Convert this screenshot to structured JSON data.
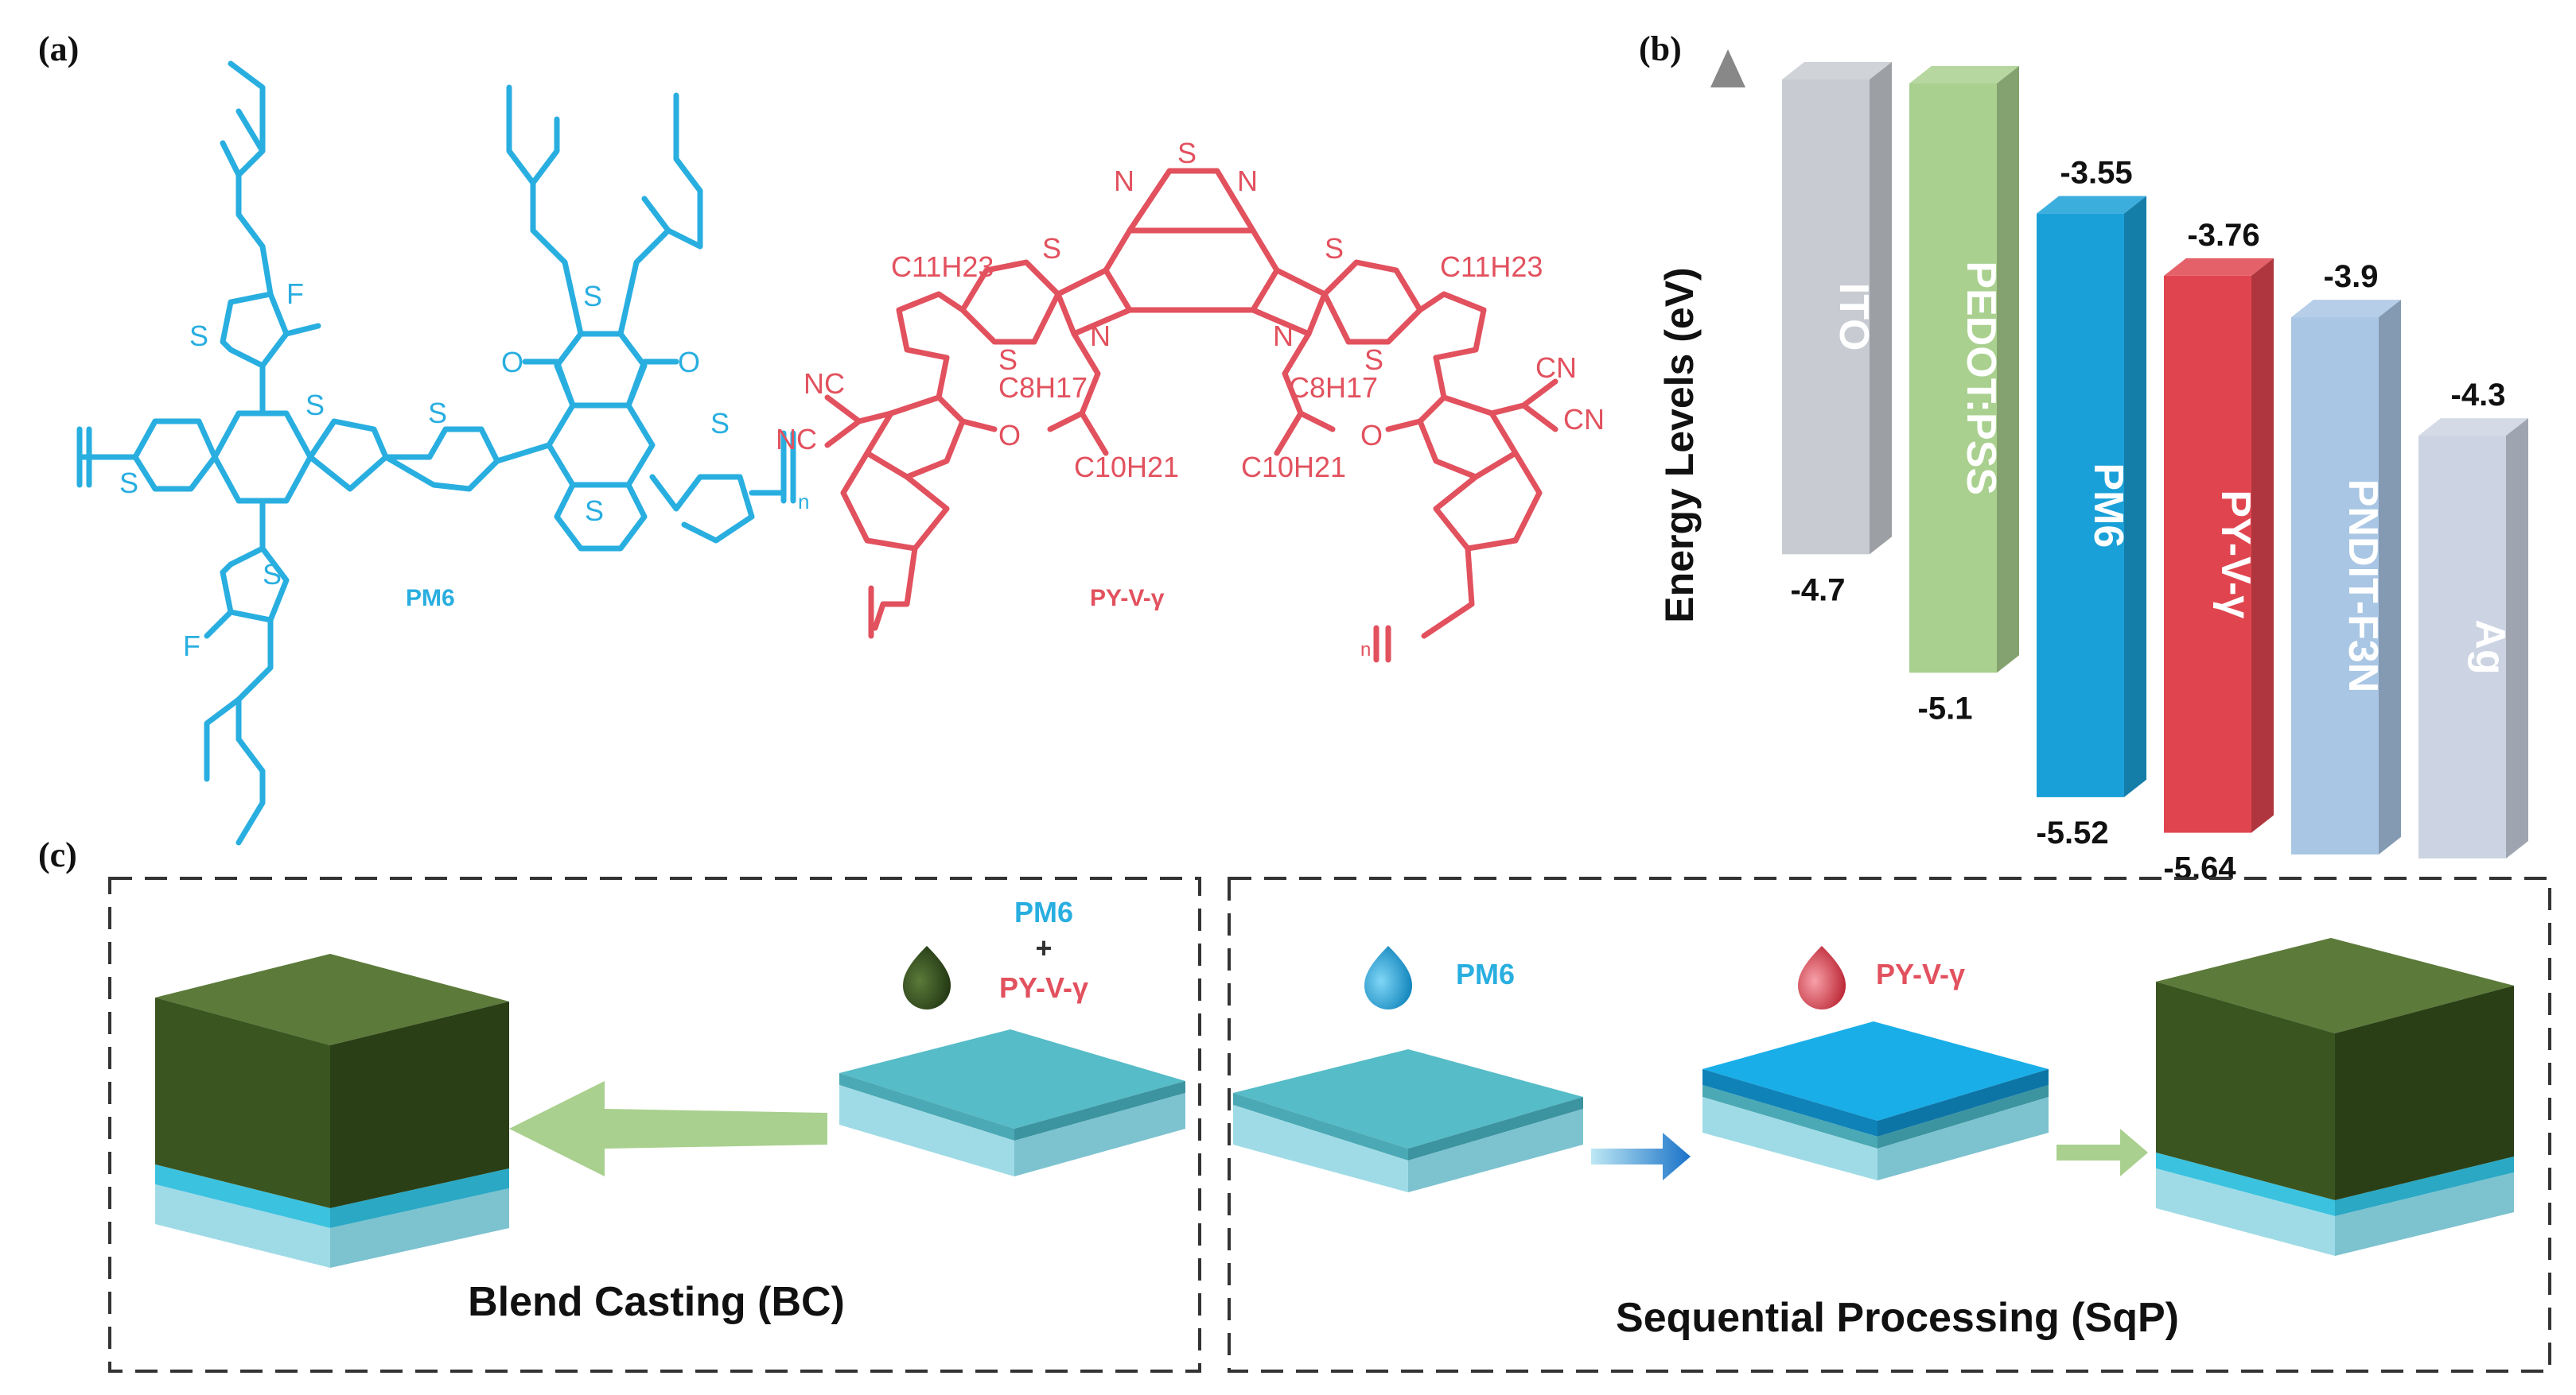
{
  "panels": {
    "a": "(a)",
    "b": "(b)",
    "c": "(c)"
  },
  "molecules": {
    "pm6": {
      "name": "PM6",
      "color": "#29aee0",
      "atoms": {
        "S": "S",
        "F": "F",
        "O": "O",
        "n": "n"
      }
    },
    "pyv": {
      "name": "PY-V-γ",
      "color": "#e2515e",
      "atoms": {
        "S": "S",
        "N": "N",
        "O": "O",
        "NC": "NC",
        "CN": "CN",
        "n": "n"
      },
      "alkyl": {
        "c11": "C11H23",
        "c8": "C8H17",
        "c10": "C10H21"
      }
    }
  },
  "chart_data": {
    "type": "bar",
    "description": "energy level diagram",
    "ylabel": "Energy Levels (eV)",
    "series": [
      {
        "name": "ITO",
        "top": -4.7,
        "bottom": -4.7,
        "color": "#c8ccd2",
        "labels": {
          "bottom": "-4.7"
        }
      },
      {
        "name": "PEDOT:PSS",
        "top": -5.1,
        "bottom": -5.1,
        "color": "#a9d08e",
        "labels": {
          "bottom": "-5.1"
        }
      },
      {
        "name": "PM6",
        "top": -3.55,
        "bottom": -5.52,
        "color": "#1aa0d8",
        "labels": {
          "top": "-3.55",
          "bottom": "-5.52"
        }
      },
      {
        "name": "PY-V-γ",
        "top": -3.76,
        "bottom": -5.64,
        "color": "#e0454f",
        "labels": {
          "top": "-3.76",
          "bottom": "-5.64"
        }
      },
      {
        "name": "PNDIT-F3N",
        "top": -3.9,
        "bottom": -3.9,
        "color": "#a9c6e4",
        "labels": {
          "top": "-3.9"
        }
      },
      {
        "name": "Ag",
        "top": -4.3,
        "bottom": -4.3,
        "color": "#ccd3e2",
        "labels": {
          "top": "-4.3"
        }
      }
    ]
  },
  "process": {
    "bc": {
      "caption": "Blend Casting (BC)",
      "drop_label_1": "PM6",
      "drop_plus": "+",
      "drop_label_2": "PY-V-γ"
    },
    "sqp": {
      "caption": "Sequential Processing (SqP)",
      "drop_label_1": "PM6",
      "drop_label_2": "PY-V-γ"
    },
    "colors": {
      "active_layer": "#3a5a1e",
      "pm6_layer": "#19aee8",
      "substrate": "#4fb8c6",
      "arrow": "#a9d08e"
    }
  }
}
